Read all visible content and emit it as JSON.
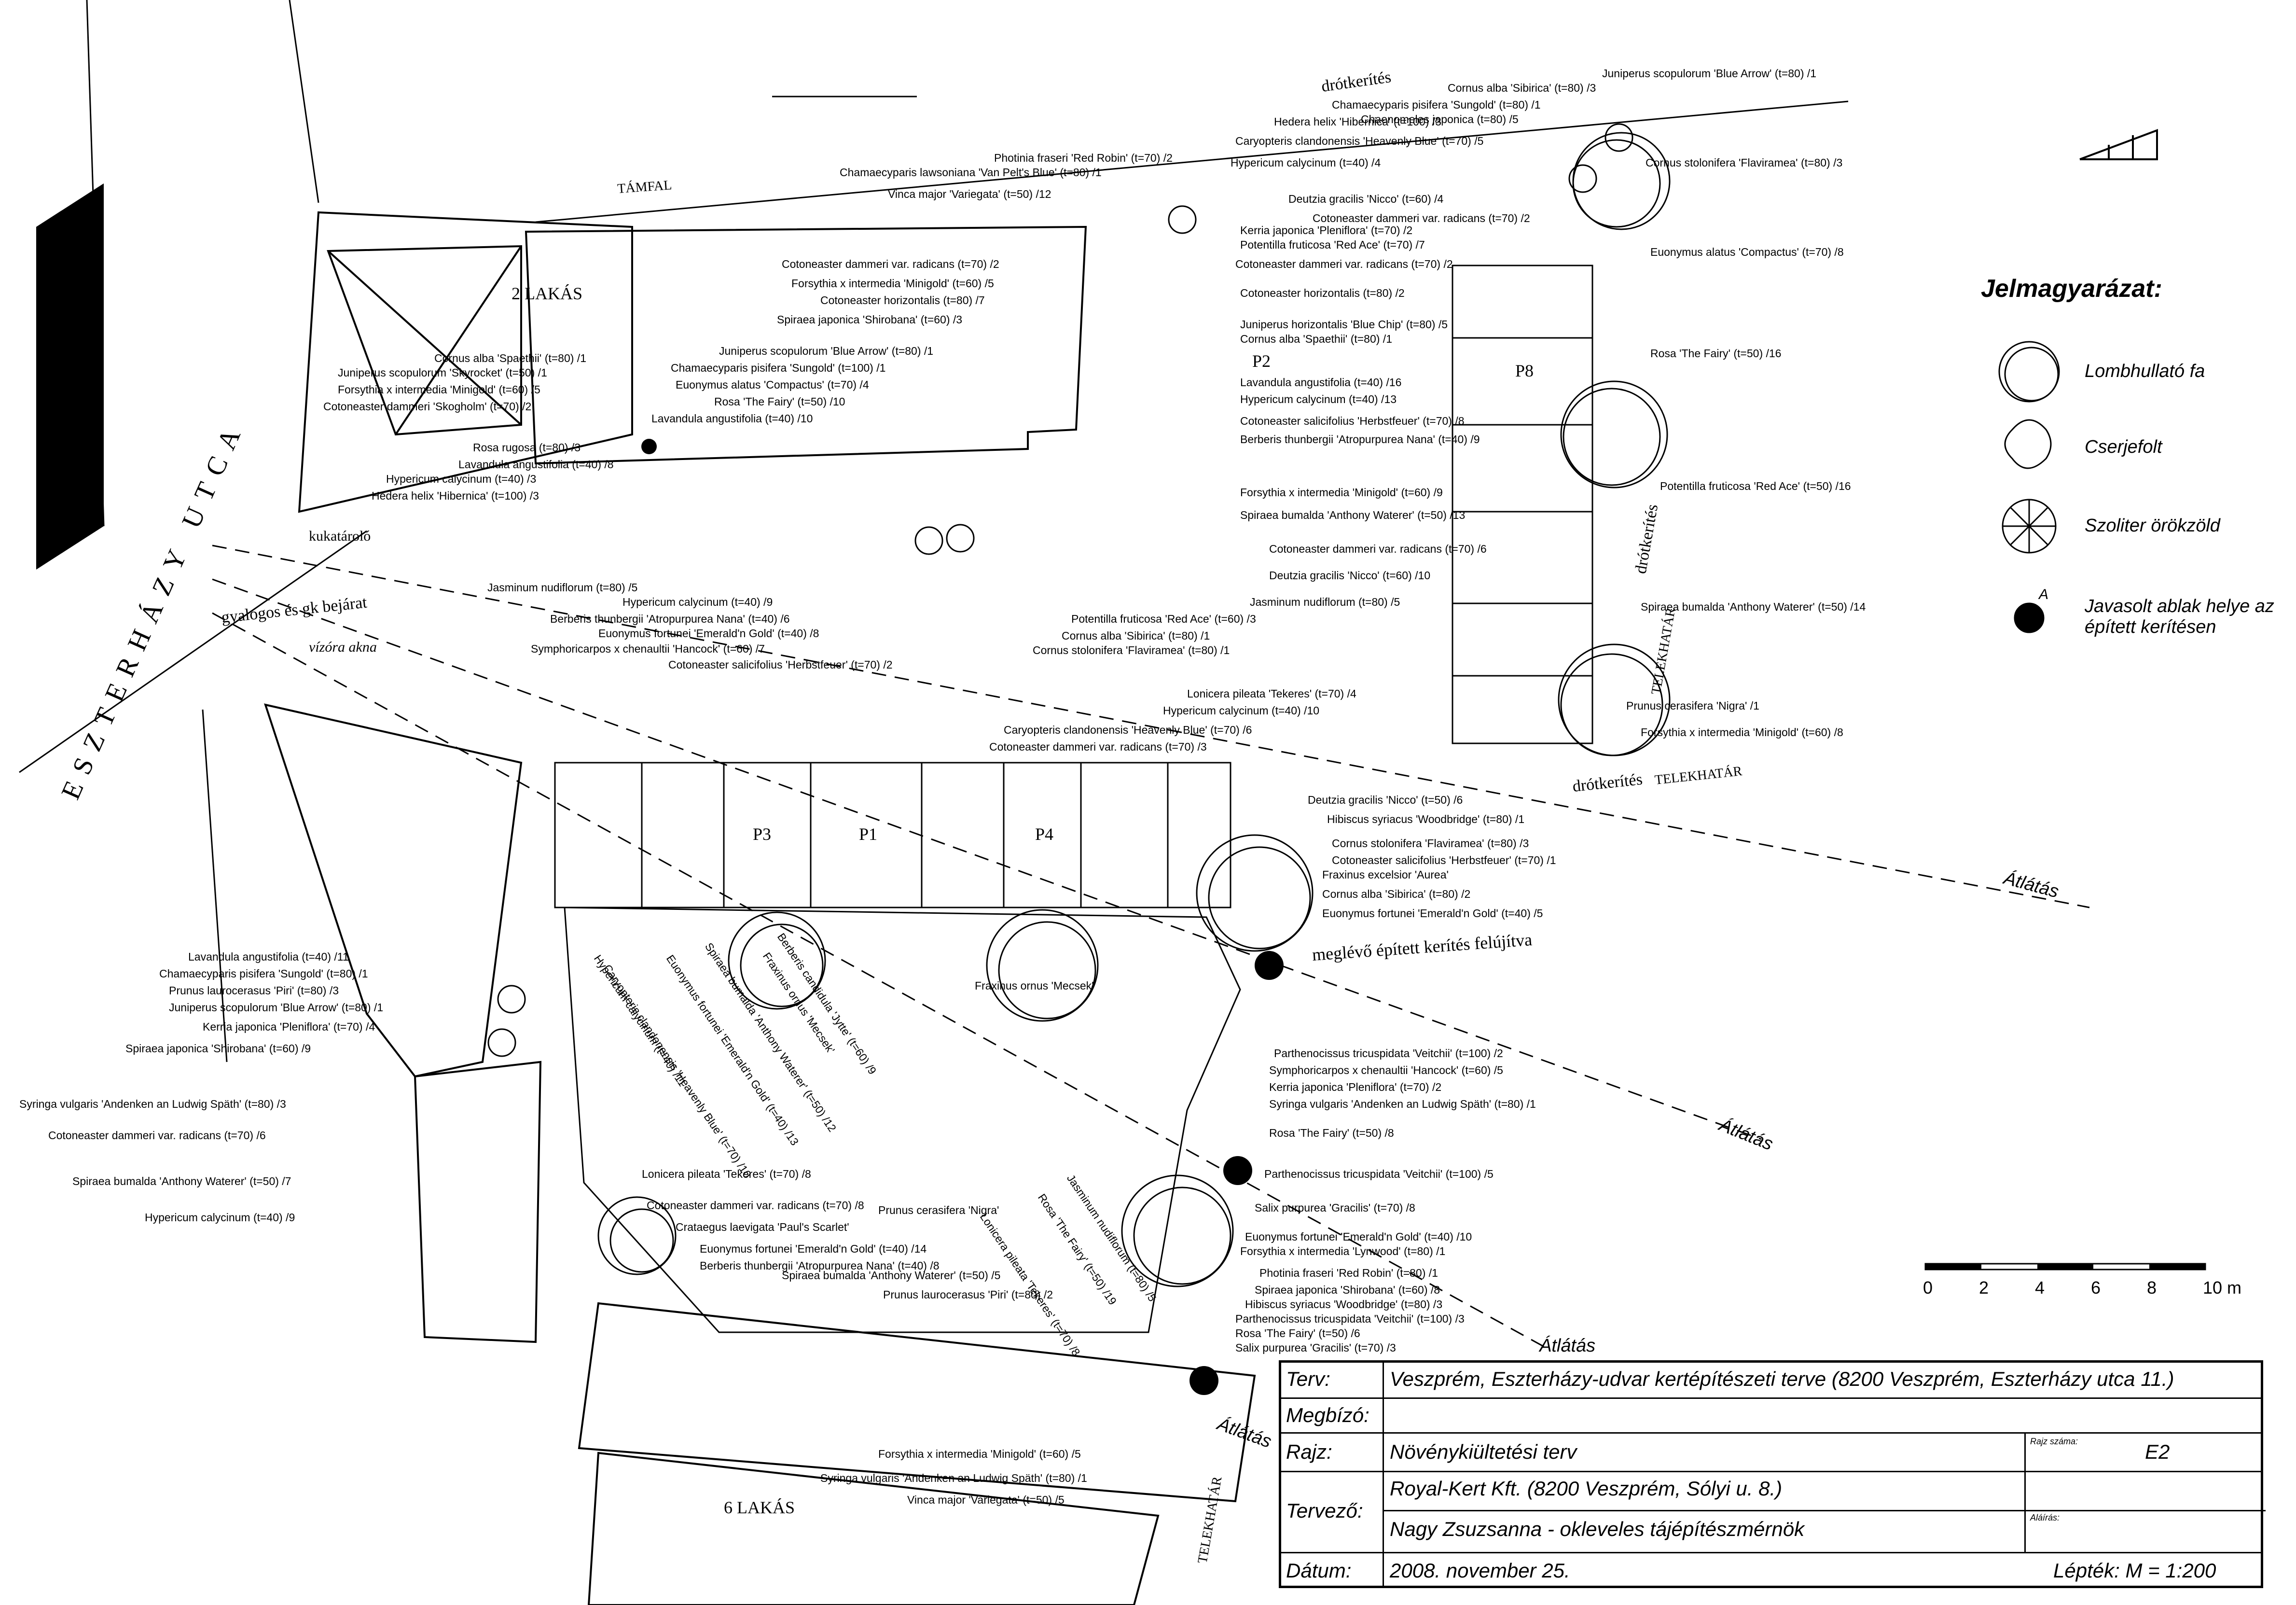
{
  "streets": {
    "street_name": "ESZTERHÁZY UTCA",
    "pedestrian_entrance": "gyalogos és gk bejárat",
    "water_meter": "vízóra akna",
    "waste_store": "kukatároló",
    "wall_label": "TÁMFAL"
  },
  "buildings": {
    "flat2": "2 LAKÁS",
    "flat6": "6 LAKÁS"
  },
  "boundaries": {
    "wire_fence": "drótkerítés",
    "boundary": "TELEKHATÁR",
    "view_axis": "Átlátás",
    "fence_renewed": "meglévő épített kerítés felújítva",
    "window_marker": "A"
  },
  "parking": [
    "P1",
    "P2",
    "P3",
    "P4",
    "P8"
  ],
  "plant_labels": {
    "top_right": [
      "Juniperus scopulorum 'Blue Arrow' (t=80) /1",
      "Cornus alba 'Sibirica' (t=80) /3",
      "Chamaecyparis pisifera 'Sungold' (t=80) /1",
      "Chaenomeles japonica (t=80) /5",
      "Cornus stolonifera 'Flaviramea' (t=80) /3",
      "Euonymus alatus 'Compactus' (t=70) /8",
      "Rosa 'The Fairy' (t=50) /16",
      "Potentilla fruticosa 'Red Ace' (t=50) /16",
      "Spiraea bumalda 'Anthony Waterer' (t=50) /14",
      "Prunus cerasifera 'Nigra' /1",
      "Forsythia x intermedia 'Minigold' (t=60) /8"
    ],
    "top_center": [
      "Hedera helix 'Hibernica' (t=100) /3",
      "Caryopteris clandonensis 'Heavenly Blue' (t=70) /5",
      "Photinia fraseri 'Red Robin' (t=70) /2",
      "Hypericum calycinum (t=40) /4",
      "Chamaecyparis lawsoniana 'Van Pelt's Blue' (t=80) /1",
      "Vinca major 'Variegata' (t=50) /12",
      "Deutzia gracilis 'Nicco' (t=60) /4",
      "Cotoneaster dammeri var. radicans (t=70) /2",
      "Kerria japonica 'Pleniflora' (t=70) /2",
      "Potentilla fruticosa 'Red Ace' (t=70) /7",
      "Cotoneaster dammeri var. radicans (t=70) /2",
      "Cotoneaster horizontalis (t=80) /2",
      "Juniperus horizontalis 'Blue Chip' (t=80) /5",
      "Cornus alba 'Spaethii' (t=80) /1",
      "Lavandula angustifolia (t=40) /16",
      "Hypericum calycinum (t=40) /13",
      "Cotoneaster salicifolius 'Herbstfeuer' (t=70) /8",
      "Berberis thunbergii 'Atropurpurea Nana' (t=40) /9",
      "Forsythia x intermedia 'Minigold' (t=60) /9",
      "Spiraea bumalda 'Anthony Waterer' (t=50) /13",
      "Cotoneaster dammeri var. radicans (t=70) /6",
      "Deutzia gracilis 'Nicco' (t=60) /10",
      "Jasminum nudiflorum (t=80) /5"
    ],
    "center": [
      "Cotoneaster dammeri var. radicans (t=70) /2",
      "Forsythia x intermedia 'Minigold' (t=60) /5",
      "Cotoneaster horizontalis (t=80) /7",
      "Spiraea japonica 'Shirobana' (t=60) /3",
      "Juniperus scopulorum 'Blue Arrow' (t=80) /1",
      "Chamaecyparis pisifera 'Sungold' (t=100) /1",
      "Euonymus alatus 'Compactus' (t=70) /4",
      "Rosa 'The Fairy' (t=50) /10",
      "Lavandula angustifolia (t=40) /10"
    ],
    "left_upper": [
      "Cornus alba 'Spaethii' (t=80) /1",
      "Juniperus scopulorum 'Skyrocket' (t=50) /1",
      "Forsythia x intermedia 'Minigold' (t=60) /5",
      "Cotoneaster dammeri 'Skogholm' (t=70) /2",
      "Rosa rugosa (t=80) /3",
      "Lavandula angustifolia (t=40) /8",
      "Hypericum calycinum (t=40) /3",
      "Hedera helix 'Hibernica' (t=100) /3"
    ],
    "mid_row": [
      "Jasminum nudiflorum (t=80) /5",
      "Hypericum calycinum (t=40) /9",
      "Berberis thunbergii 'Atropurpurea Nana' (t=40) /6",
      "Euonymus fortunei 'Emerald'n Gold' (t=40) /8",
      "Symphoricarpos x chenaultii 'Hancock' (t=60) /7",
      "Cotoneaster salicifolius 'Herbstfeuer' (t=70) /2",
      "Potentilla fruticosa 'Red Ace' (t=60) /3",
      "Cornus alba 'Sibirica' (t=80) /1",
      "Cornus stolonifera 'Flaviramea' (t=80) /1"
    ],
    "right_mid": [
      "Lonicera pileata 'Tekeres' (t=70) /4",
      "Hypericum calycinum (t=40) /10",
      "Caryopteris clandonensis 'Heavenly Blue' (t=70) /6",
      "Cotoneaster dammeri var. radicans (t=70) /3",
      "Deutzia gracilis 'Nicco' (t=50) /6",
      "Hibiscus syriacus 'Woodbridge' (t=80) /1",
      "Cornus stolonifera 'Flaviramea' (t=80) /3",
      "Cotoneaster salicifolius 'Herbstfeuer' (t=70) /1",
      "Fraxinus excelsior 'Aurea'",
      "Cornus alba 'Sibirica' (t=80) /2",
      "Euonymus fortunei 'Emerald'n Gold' (t=40) /5"
    ],
    "right_low": [
      "Parthenocissus tricuspidata 'Veitchii' (t=100) /2",
      "Symphoricarpos x chenaultii 'Hancock' (t=60) /5",
      "Kerria japonica 'Pleniflora' (t=70) /2",
      "Syringa vulgaris 'Andenken an Ludwig Späth' (t=80) /1",
      "Rosa 'The Fairy' (t=50) /8",
      "Parthenocissus tricuspidata 'Veitchii' (t=100) /5",
      "Salix purpurea 'Gracilis' (t=70) /8",
      "Euonymus fortunei 'Emerald'n Gold' (t=40) /10",
      "Forsythia x intermedia 'Lynwood' (t=80) /1",
      "Photinia fraseri 'Red Robin' (t=80) /1",
      "Spiraea japonica 'Shirobana' (t=60) /8",
      "Hibiscus syriacus 'Woodbridge' (t=80) /3",
      "Parthenocissus tricuspidata 'Veitchii' (t=100) /3",
      "Rosa 'The Fairy' (t=50) /6",
      "Salix purpurea 'Gracilis' (t=70) /3"
    ],
    "left_low": [
      "Lavandula angustifolia (t=40) /11",
      "Chamaecyparis pisifera 'Sungold' (t=80) /1",
      "Prunus laurocerasus 'Piri' (t=80) /3",
      "Juniperus scopulorum 'Blue Arrow' (t=80) /1",
      "Kerria japonica 'Pleniflora' (t=70) /4",
      "Spiraea japonica 'Shirobana' (t=60) /9",
      "Syringa vulgaris 'Andenken an Ludwig Späth' (t=80) /3",
      "Cotoneaster dammeri var. radicans (t=70) /6",
      "Spiraea bumalda 'Anthony Waterer' (t=50) /7",
      "Hypericum calycinum (t=40) /9"
    ],
    "bottom_center": [
      "Lonicera pileata 'Tekeres' (t=70) /8",
      "Cotoneaster dammeri var. radicans (t=70) /8",
      "Crataegus laevigata 'Paul's Scarlet'",
      "Euonymus fortunei 'Emerald'n Gold' (t=40) /14",
      "Berberis thunbergii 'Atropurpurea Nana' (t=40) /8",
      "Spiraea bumalda 'Anthony Waterer' (t=50) /5",
      "Prunus laurocerasus 'Piri' (t=80) /2",
      "Prunus cerasifera 'Nigra'",
      "Fraxinus ornus 'Mecsek'"
    ],
    "diagonal": [
      "Hypericum calycinum (t=40) /11",
      "Caryopteris clandonensis 'Heavenly Blue' (t=70) /10",
      "Euonymus fortunei 'Emerald'n Gold' (t=40) /13",
      "Spiraea bumalda 'Anthony Waterer' (t=50) /12",
      "Fraxinus ornus 'Mecsek'",
      "Berberis candidula 'Jytte' (t=60) /9",
      "Lonicera pileata 'Tekeres' (t=70) /8",
      "Rosa 'The Fairy' (t=50) /19",
      "Jasminum nudiflorum (t=80) /5"
    ],
    "bottom": [
      "Forsythia x intermedia 'Minigold' (t=60) /5",
      "Syringa vulgaris 'Andenken an Ludwig Späth' (t=80) /1",
      "Vinca major 'Variegata' (t=50) /5"
    ]
  },
  "legend": {
    "title": "Jelmagyarázat:",
    "items": [
      {
        "label": "Lombhullató fa",
        "icon": "deciduous-tree-icon"
      },
      {
        "label": "Cserjefolt",
        "icon": "shrub-patch-icon"
      },
      {
        "label": "Szoliter örökzöld",
        "icon": "evergreen-icon"
      },
      {
        "label": "Javasolt ablak helye az épített kerítésen",
        "icon": "window-marker-icon",
        "marker": "A"
      }
    ]
  },
  "scale_bar": {
    "ticks": [
      "0",
      "2",
      "4",
      "6",
      "8",
      "10 m"
    ]
  },
  "title_block": {
    "terv_key": "Terv:",
    "terv": "Veszprém, Eszterházy-udvar kertépítészeti terve (8200 Veszprém, Eszterházy utca 11.)",
    "megbizo_key": "Megbízó:",
    "megbizo": "",
    "rajz_key": "Rajz:",
    "rajz": "Növénykiültetési terv",
    "rajz_szama_key": "Rajz száma:",
    "rajz_szama": "E2",
    "tervezo_key": "Tervező:",
    "tervezo1": "Royal-Kert Kft. (8200 Veszprém, Sólyi u. 8.)",
    "alairas_key": "Aláírás:",
    "tervezo2": "Nagy Zsuzsanna - okleveles tájépítészmérnök",
    "datum_key": "Dátum:",
    "datum": "2008. november 25.",
    "lepek": "Lépték: M = 1:200"
  }
}
